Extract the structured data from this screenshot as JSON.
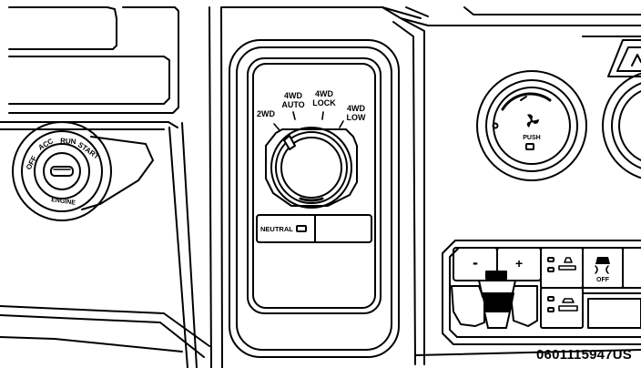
{
  "transfer_case": {
    "positions": [
      "2WD",
      "4WD",
      "AUTO",
      "4WD",
      "LOCK",
      "4WD",
      "LOW"
    ],
    "neutral_label": "NEUTRAL"
  },
  "ignition": {
    "positions": [
      "OFF",
      "ACC",
      "RUN",
      "START"
    ],
    "bottom_label": "ENGINE"
  },
  "climate_knob": {
    "push_label": "PUSH"
  },
  "switches": {
    "minus": "-",
    "plus": "+",
    "traction_off": "OFF"
  },
  "reference_code": "0601115947US"
}
